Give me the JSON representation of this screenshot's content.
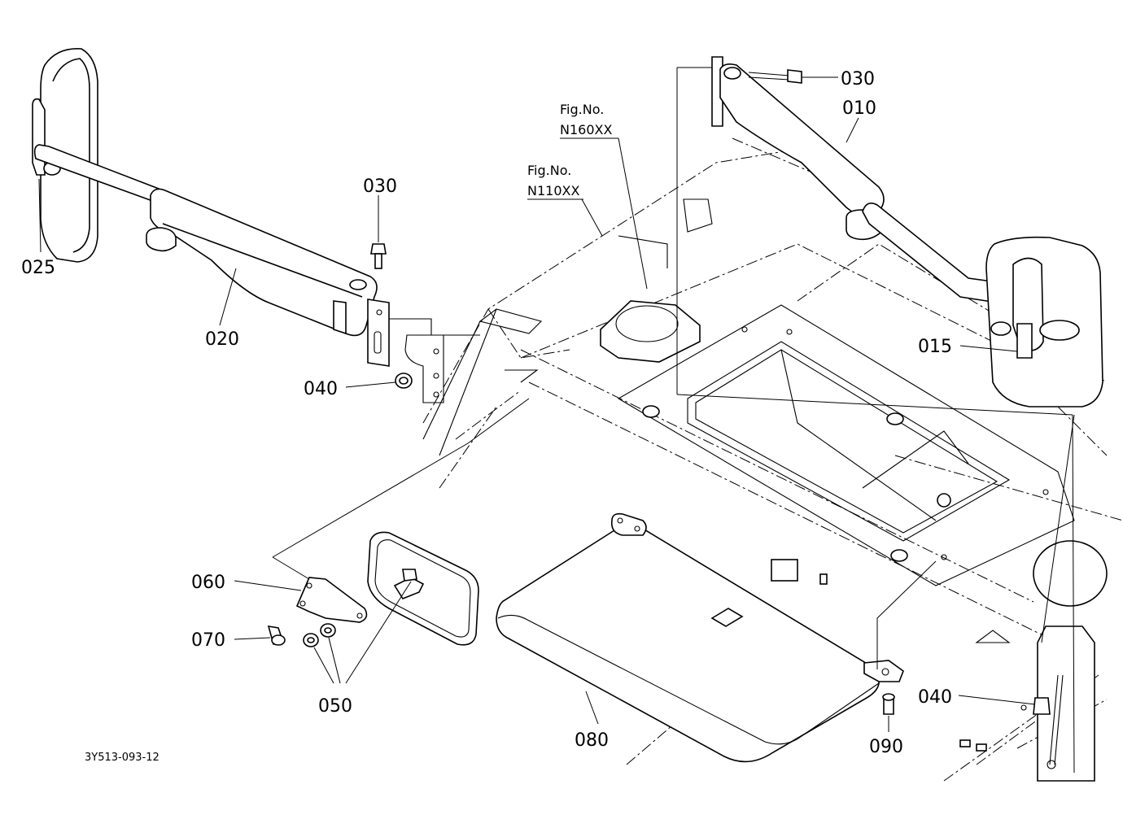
{
  "figure": {
    "fig_label_1": "Fig.No.",
    "fig_ref_1": "N160XX",
    "fig_label_2": "Fig.No.",
    "fig_ref_2": "N110XX",
    "drawing_code": "3Y513-093-12"
  },
  "parts": [
    {
      "id": "010"
    },
    {
      "id": "015"
    },
    {
      "id": "020"
    },
    {
      "id": "025"
    },
    {
      "id": "030"
    },
    {
      "id": "030"
    },
    {
      "id": "040"
    },
    {
      "id": "040"
    },
    {
      "id": "050"
    },
    {
      "id": "060"
    },
    {
      "id": "070"
    },
    {
      "id": "080"
    },
    {
      "id": "090"
    }
  ]
}
